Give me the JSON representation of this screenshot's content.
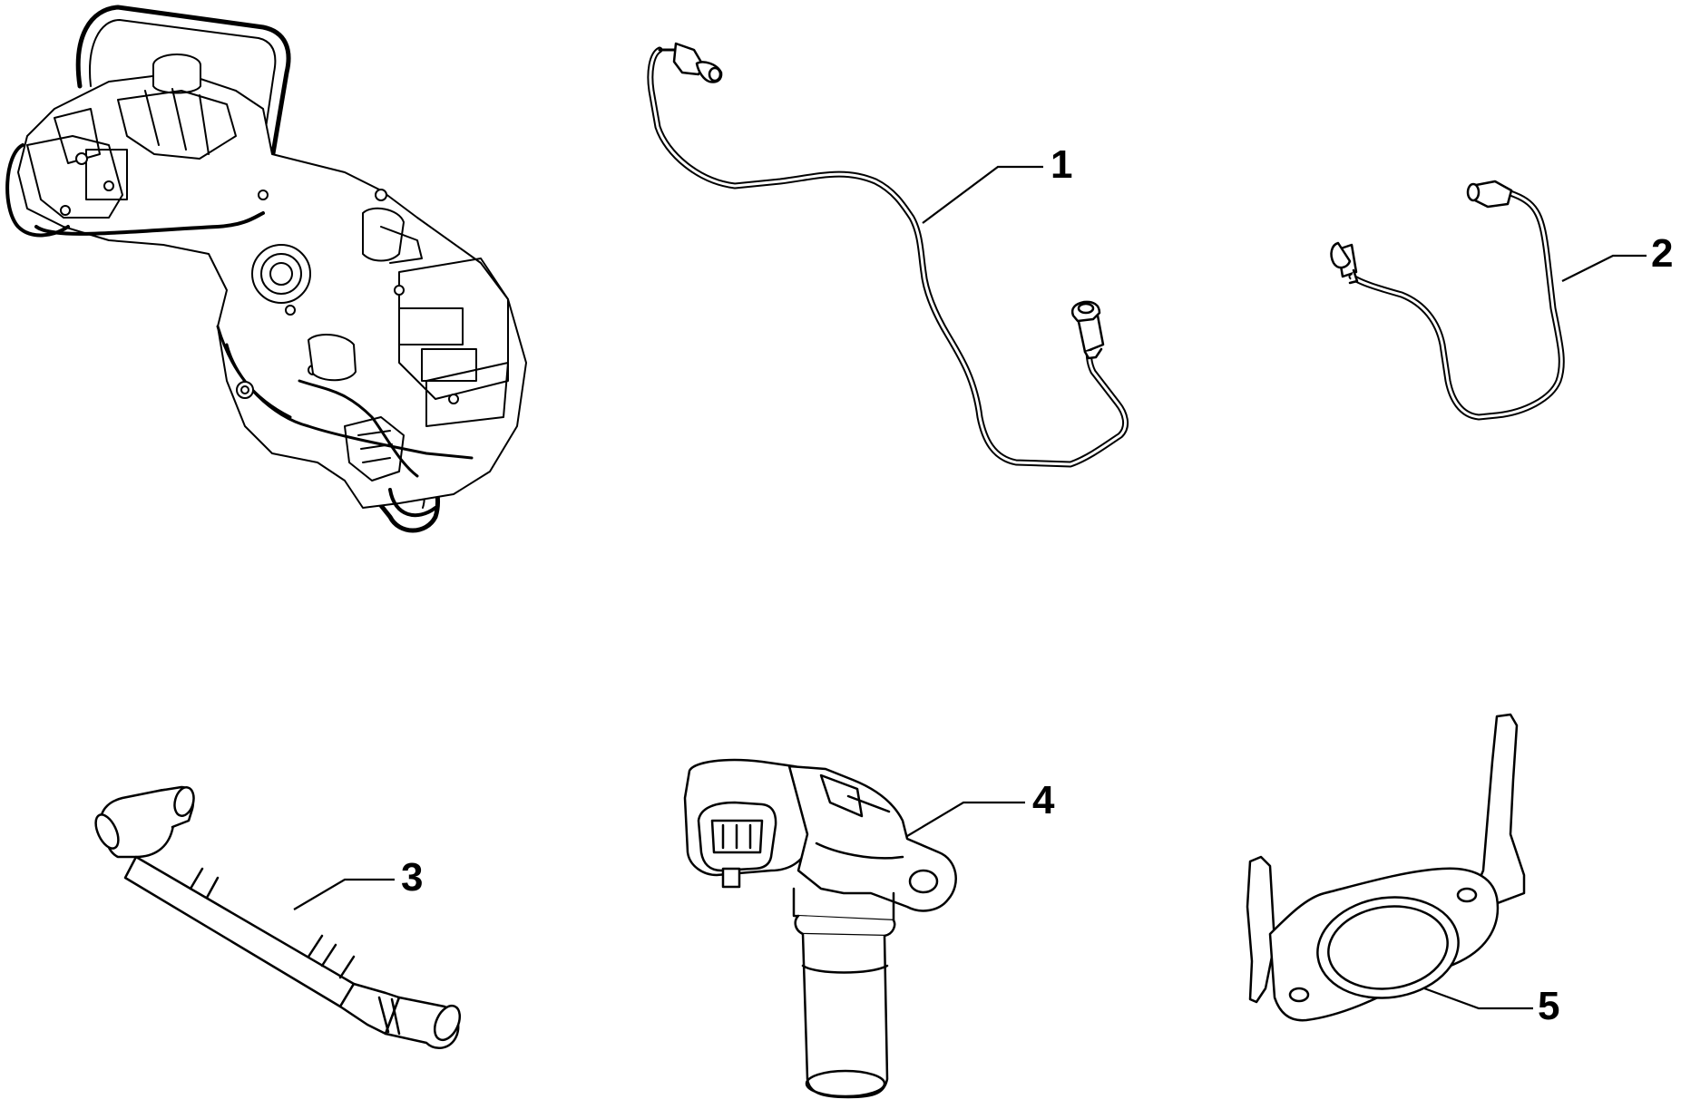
{
  "diagram": {
    "colors": {
      "line": "#000000",
      "background": "#ffffff"
    },
    "parts": [
      {
        "id": "pump-assembly"
      },
      {
        "id": "pipe-1",
        "label": "1"
      },
      {
        "id": "pipe-2",
        "label": "2"
      },
      {
        "id": "hose-3",
        "label": "3"
      },
      {
        "id": "sensor-4",
        "label": "4"
      },
      {
        "id": "bracket-5",
        "label": "5"
      }
    ]
  }
}
